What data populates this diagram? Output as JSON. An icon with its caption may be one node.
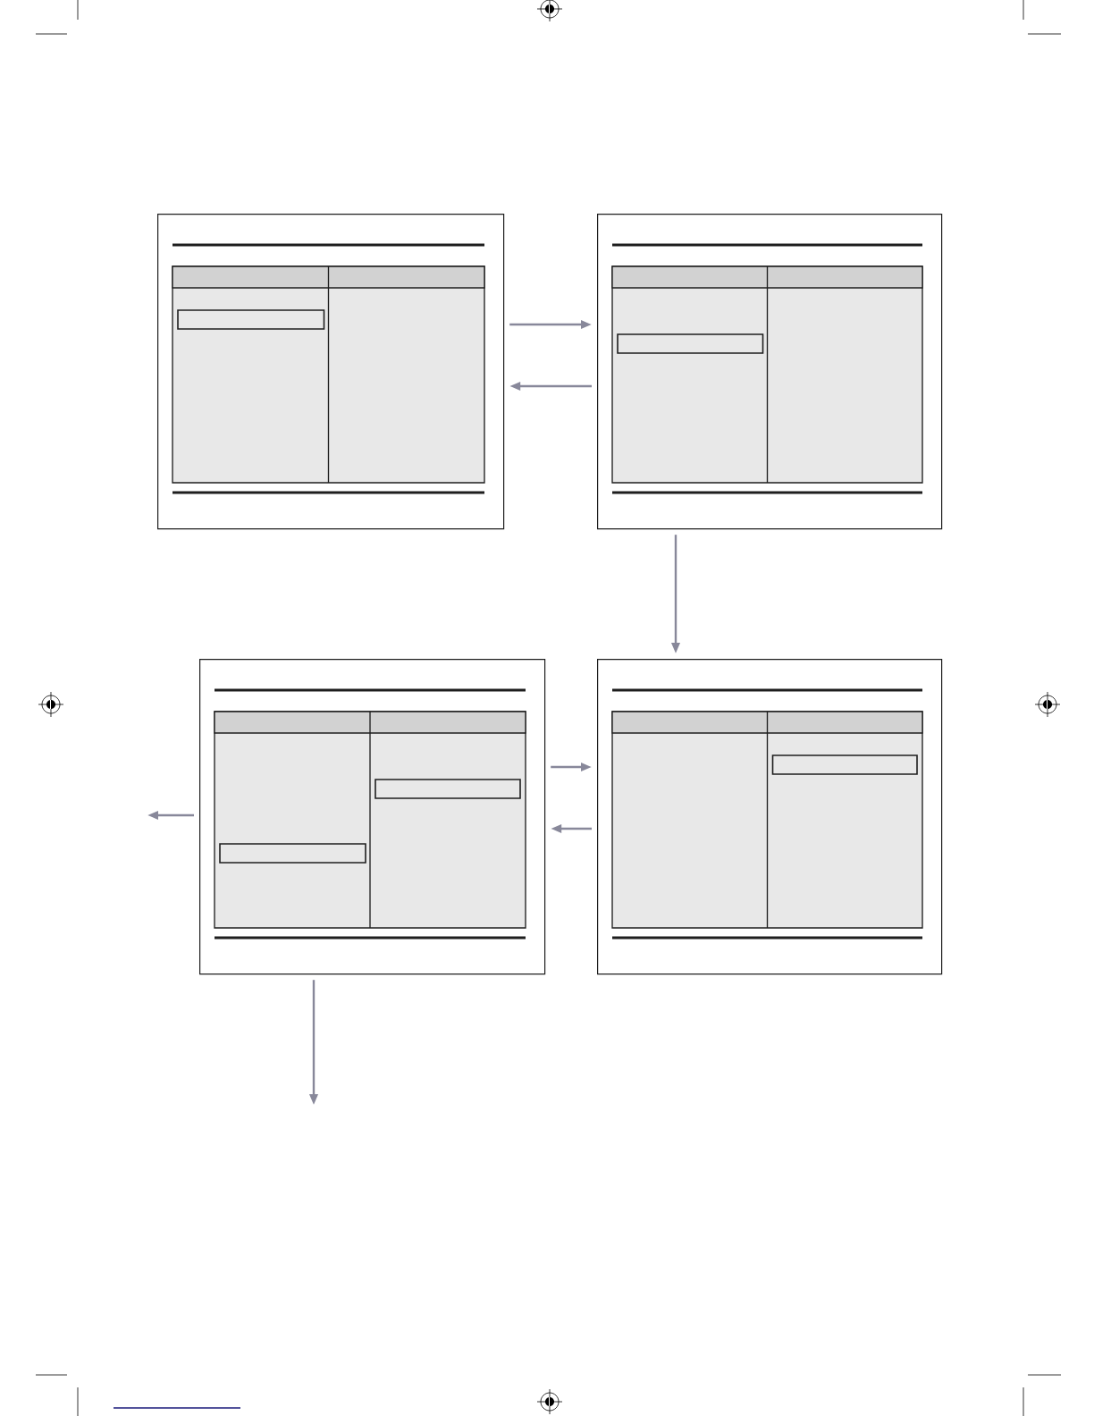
{
  "diagram": {
    "nodes": [
      {
        "text": [],
        "shape": "box"
      },
      {
        "text": [],
        "shape": "box"
      },
      {
        "text": [],
        "shape": "box"
      },
      {
        "text": [],
        "shape": "box"
      }
    ],
    "edges": [
      {
        "from": 0,
        "to": 1,
        "arrow": "to"
      },
      {
        "from": 1,
        "to": 0,
        "arrow": "to"
      },
      {
        "from": 1,
        "to": 3,
        "arrow": "to"
      },
      {
        "from": 2,
        "to": 3,
        "arrow": "to"
      },
      {
        "from": 3,
        "to": 2,
        "arrow": "to"
      },
      {
        "from": 2,
        "to": null,
        "arrow": "to"
      },
      {
        "from": 2,
        "to": null,
        "arrow": "to"
      }
    ]
  }
}
